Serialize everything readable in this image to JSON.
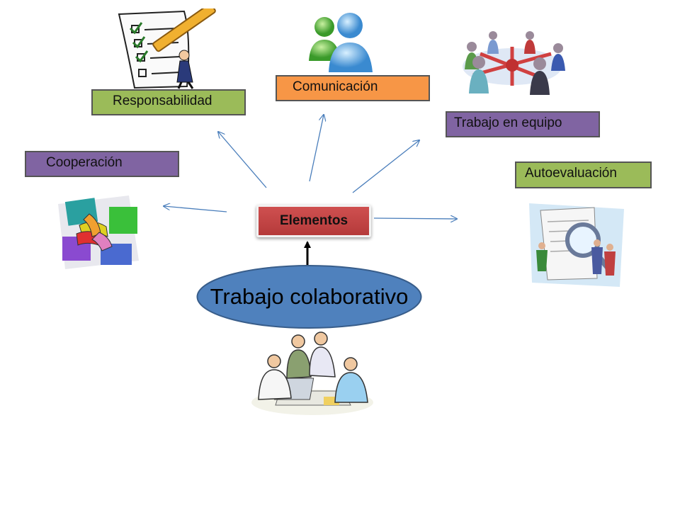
{
  "center": {
    "label": "Elementos"
  },
  "base": {
    "label": "Trabajo colaborativo"
  },
  "elements": {
    "responsabilidad": "Responsabilidad",
    "comunicacion": "Comunicación",
    "trabajo_equipo": "Trabajo en equipo",
    "cooperacion": "Cooperación",
    "autoevaluacion": "Autoevaluación"
  },
  "colors": {
    "green": "#9bbb59",
    "orange": "#f79646",
    "purple": "#8064a2",
    "red": "#c0504d",
    "oval": "#4f81bd",
    "arrow": "#4a7ebb"
  }
}
